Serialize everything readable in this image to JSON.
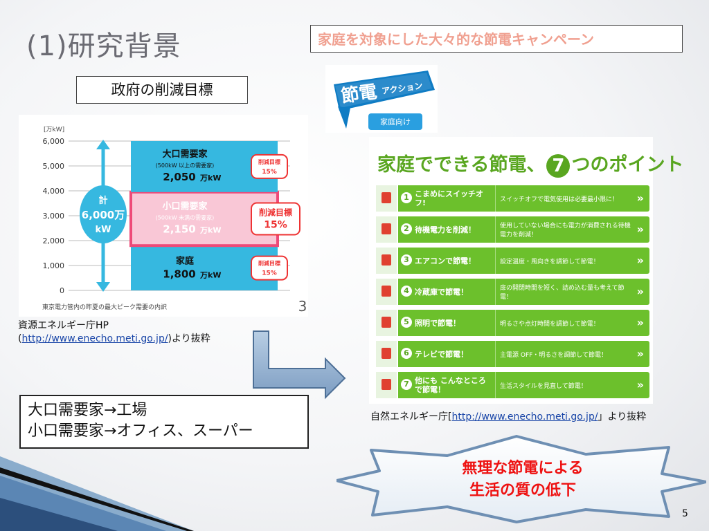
{
  "slide": {
    "title": "(1)研究背景",
    "page_number": "5"
  },
  "campaign_box": {
    "text": "家庭を対象にした大々的な節電キャンペーン"
  },
  "government_box": {
    "text": "政府の削減目標"
  },
  "chart_data": {
    "type": "bar",
    "unit_label": "[万kW]",
    "yticks": [
      "6,000",
      "5,000",
      "4,000",
      "3,000",
      "2,000",
      "1,000",
      "0"
    ],
    "ylim": [
      0,
      6000
    ],
    "total_label": [
      "計",
      "6,000万",
      "kW"
    ],
    "caption": "東京電力管内の昨夏の最大ピーク需要の内訳",
    "corner_number": "3",
    "segments": [
      {
        "name": "大口需要家",
        "sub": "(500kW 以上の需要家)",
        "value": 2050,
        "value_text": "2,050",
        "unit": "万kW",
        "target_lines": [
          "削減目標",
          "15%"
        ]
      },
      {
        "name": "小口需要家",
        "sub": "(500kW 未満の需要家)",
        "value": 2150,
        "value_text": "2,150",
        "unit": "万kW",
        "target_lines": [
          "削減目標",
          "15%"
        ]
      },
      {
        "name": "家庭",
        "sub": "",
        "value": 1800,
        "value_text": "1,800",
        "unit": "万kW",
        "target_lines": [
          "削減目標",
          "15%"
        ]
      }
    ]
  },
  "source1": {
    "line1": "資源エネルギー庁HP",
    "prefix": "(",
    "link": "http://www.enecho.meti.go.jp/",
    "suffix": ")より抜粋"
  },
  "logo": {
    "main": "節電",
    "sub": "アクション",
    "tag": "家庭向け"
  },
  "points": {
    "header_before": "家庭でできる節電、",
    "header_num": "7",
    "header_after": "つのポイント",
    "items": [
      {
        "num": "1",
        "label": "こまめにスイッチオフ!",
        "desc": "スイッチオフで電気使用は必要最小限に！",
        "chev": "»"
      },
      {
        "num": "2",
        "label": "待機電力を削減！",
        "desc": "使用していない場合にも電力が消費される待機電力を削減！",
        "chev": "»"
      },
      {
        "num": "3",
        "label": "エアコンで節電！",
        "desc": "設定温度・風向きを調節して節電！",
        "chev": "»"
      },
      {
        "num": "4",
        "label": "冷蔵庫で節電！",
        "desc": "扉の開閉時間を短く、詰め込む量も考えて節電！",
        "chev": "»"
      },
      {
        "num": "5",
        "label": "照明で節電！",
        "desc": "明るさや点灯時間を調節して節電！",
        "chev": "»"
      },
      {
        "num": "6",
        "label": "テレビで節電！",
        "desc": "主電源 OFF・明るさを調節して節電！",
        "chev": "»"
      },
      {
        "num": "7",
        "label": "他にも こんなところで節電！",
        "desc": "生活スタイルを見直して節電！",
        "chev": "»"
      }
    ]
  },
  "source2": {
    "prefix": "自然エネルギー庁[",
    "link": "http://www.enecho.meti.go.jp/",
    "suffix": "」より抜粋"
  },
  "users_box": {
    "line1": "大口需要家→工場",
    "line2": "小口需要家→オフィス、スーパー"
  },
  "warning": {
    "line1": "無理な節電による",
    "line2": "生活の質の低下"
  },
  "colors": {
    "cyan": "#36b8e0",
    "pink": "#ee4a78",
    "green": "#6cc02c",
    "warning_text": "#ee1111"
  }
}
